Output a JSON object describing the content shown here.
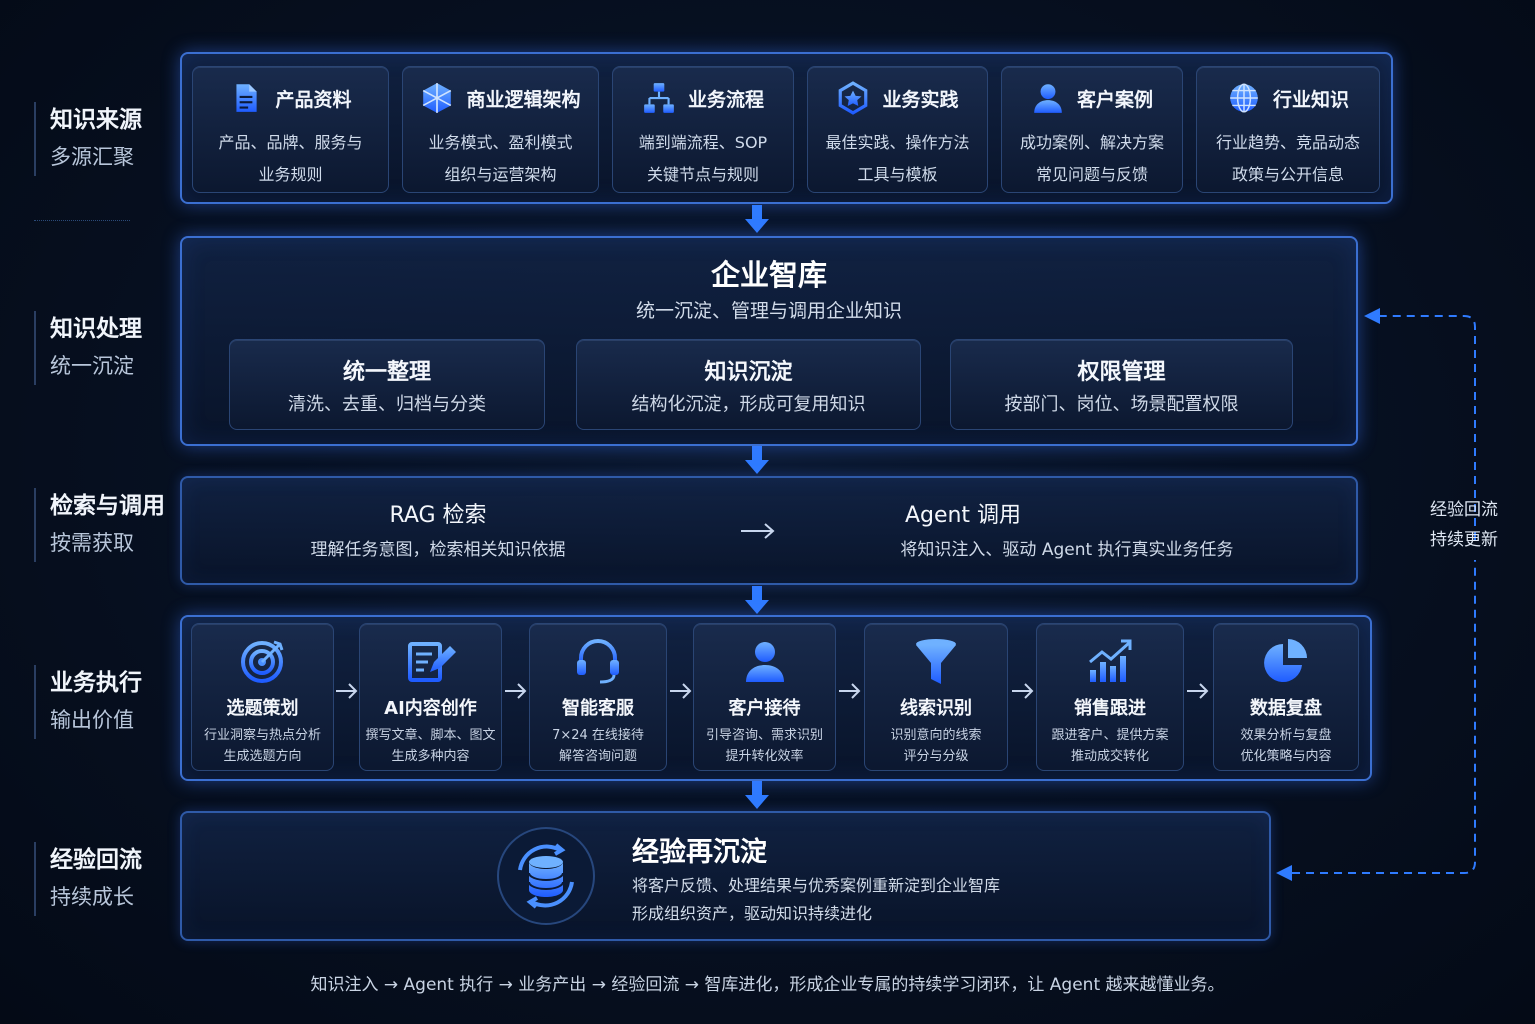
{
  "colors": {
    "accent": "#2f7bff",
    "panel_border": "#3b6fd1",
    "background": "#050c1a"
  },
  "sidebar": {
    "source": {
      "title": "知识来源",
      "subtitle": "多源汇聚"
    },
    "process": {
      "title": "知识处理",
      "subtitle": "统一沉淀"
    },
    "retrieve": {
      "title": "检索与调用",
      "subtitle": "按需获取"
    },
    "execute": {
      "title": "业务执行",
      "subtitle": "输出价值"
    },
    "feedback": {
      "title": "经验回流",
      "subtitle": "持续成长"
    }
  },
  "sources": [
    {
      "icon": "document-icon",
      "title": "产品资料",
      "line1": "产品、品牌、服务与",
      "line2": "业务规则"
    },
    {
      "icon": "cube-icon",
      "title": "商业逻辑架构",
      "line1": "业务模式、盈利模式",
      "line2": "组织与运营架构"
    },
    {
      "icon": "flowchart-icon",
      "title": "业务流程",
      "line1": "端到端流程、SOP",
      "line2": "关键节点与规则"
    },
    {
      "icon": "badge-icon",
      "title": "业务实践",
      "line1": "最佳实践、操作方法",
      "line2": "工具与模板"
    },
    {
      "icon": "person-icon",
      "title": "客户案例",
      "line1": "成功案例、解决方案",
      "line2": "常见问题与反馈"
    },
    {
      "icon": "globe-icon",
      "title": "行业知识",
      "line1": "行业趋势、竞品动态",
      "line2": "政策与公开信息"
    }
  ],
  "knowledge_base": {
    "title": "企业智库",
    "subtitle": "统一沉淀、管理与调用企业知识",
    "modules": [
      {
        "title": "统一整理",
        "desc": "清洗、去重、归档与分类"
      },
      {
        "title": "知识沉淀",
        "desc": "结构化沉淀，形成可复用知识"
      },
      {
        "title": "权限管理",
        "desc": "按部门、岗位、场景配置权限"
      }
    ]
  },
  "retrieval": {
    "rag": {
      "title": "RAG 检索",
      "desc": "理解任务意图，检索相关知识依据"
    },
    "agent": {
      "title": "Agent 调用",
      "desc": "将知识注入、驱动 Agent 执行真实业务任务"
    }
  },
  "business": [
    {
      "icon": "target-icon",
      "title": "选题策划",
      "line1": "行业洞察与热点分析",
      "line2": "生成选题方向"
    },
    {
      "icon": "edit-icon",
      "title": "AI内容创作",
      "line1": "撰写文章、脚本、图文",
      "line2": "生成多种内容"
    },
    {
      "icon": "headset-icon",
      "title": "智能客服",
      "line1": "7×24 在线接待",
      "line2": "解答咨询问题"
    },
    {
      "icon": "user-icon",
      "title": "客户接待",
      "line1": "引导咨询、需求识别",
      "line2": "提升转化效率"
    },
    {
      "icon": "funnel-icon",
      "title": "线索识别",
      "line1": "识别意向的线索",
      "line2": "评分与分级"
    },
    {
      "icon": "trend-chart-icon",
      "title": "销售跟进",
      "line1": "跟进客户、提供方案",
      "line2": "推动成交转化"
    },
    {
      "icon": "pie-chart-icon",
      "title": "数据复盘",
      "line1": "效果分析与复盘",
      "line2": "优化策略与内容"
    }
  ],
  "experience": {
    "title": "经验再沉淀",
    "line1": "将客户反馈、处理结果与优秀案例重新淀到企业智库",
    "line2": "形成组织资产，驱动知识持续进化"
  },
  "loop": {
    "line1": "经验回流",
    "line2": "持续更新"
  },
  "footer": "知识注入 → Agent 执行 → 业务产出 → 经验回流 → 智库进化，形成企业专属的持续学习闭环，让 Agent 越来越懂业务。"
}
